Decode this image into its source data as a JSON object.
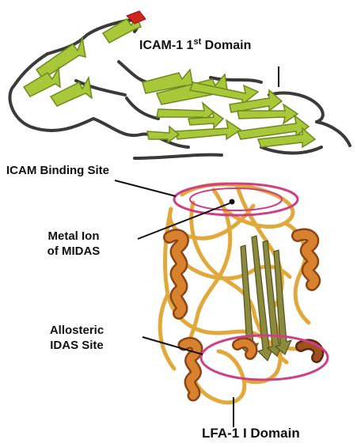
{
  "labels": {
    "icam_domain_prefix": "ICAM-1 1",
    "icam_domain_sup": "st",
    "icam_domain_suffix": " Domain",
    "icam_binding_site": "ICAM Binding Site",
    "metal_ion_line1": "Metal Ion",
    "metal_ion_line2": "of MIDAS",
    "allosteric_line1": "Allosteric",
    "allosteric_line2": "IDAS Site",
    "lfa_domain": "LFA-1 I Domain"
  },
  "colors": {
    "icam_strand": "#a8c83a",
    "icam_strand_dark": "#6e8a1e",
    "icam_coil": "#3a3a3a",
    "terminus_tip": "#d2231d",
    "lfa_coil": "#e1a83c",
    "lfa_helix": "#d9822e",
    "lfa_helix_dark": "#8a4416",
    "lfa_sheet": "#8c8a3c",
    "site_ellipse": "#cf3f86",
    "leader": "#111111"
  }
}
